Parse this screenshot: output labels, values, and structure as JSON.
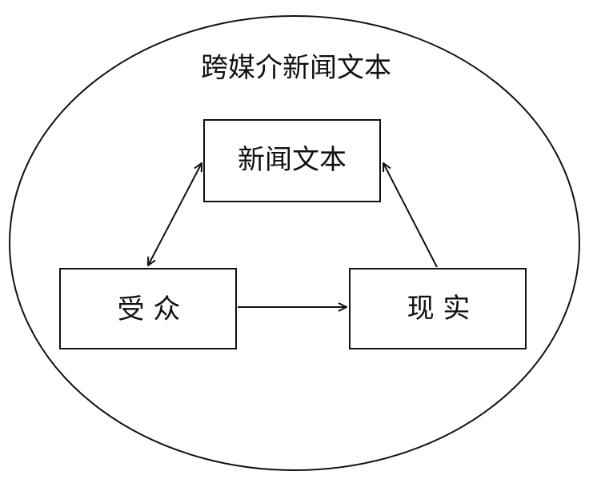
{
  "diagram": {
    "outer_label": "跨媒介新闻文本",
    "nodes": {
      "news_text": "新闻文本",
      "audience": "受 众",
      "reality": "现 实"
    },
    "edges": [
      {
        "from": "audience",
        "to": "news_text",
        "direction": "bidirectional"
      },
      {
        "from": "audience",
        "to": "reality",
        "direction": "forward"
      },
      {
        "from": "reality",
        "to": "news_text",
        "direction": "forward"
      }
    ],
    "colors": {
      "stroke": "#111111",
      "background": "#ffffff"
    }
  }
}
